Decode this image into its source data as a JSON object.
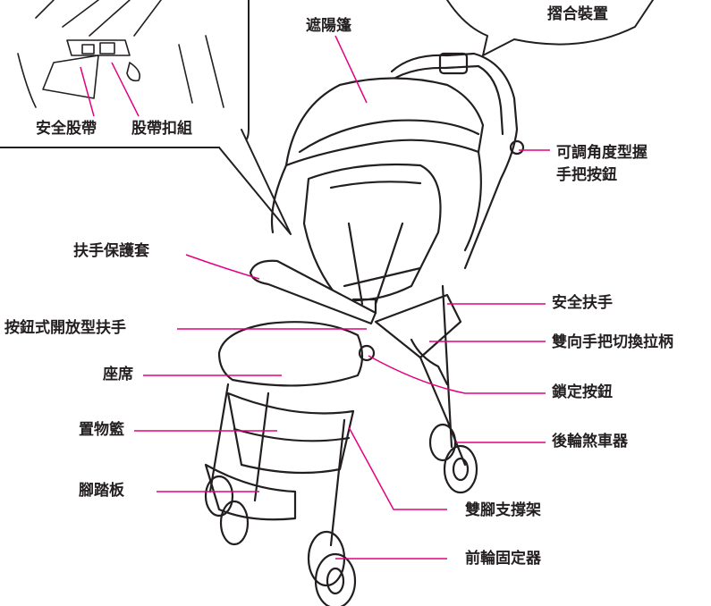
{
  "leader_color": "#e4007f",
  "outline_color": "#231f20",
  "labels": {
    "inset_belt": "安全股帶",
    "inset_buckle": "股帶扣組",
    "canopy": "遮陽篷",
    "fold_line1": "摺合裝置",
    "grip_line1": "可調角度型握",
    "grip_line2": "手把按鈕",
    "armrest_cover": "扶手保護套",
    "safety_bar": "安全扶手",
    "open_armrest": "按鈕式開放型扶手",
    "reversible_handle": "雙向手把切換拉柄",
    "seat": "座席",
    "lock_button": "鎖定按鈕",
    "basket": "置物籃",
    "rear_brake": "後輪煞車器",
    "footrest": "腳踏板",
    "stand": "雙腳支撐架",
    "front_swivel": "前輪固定器"
  }
}
